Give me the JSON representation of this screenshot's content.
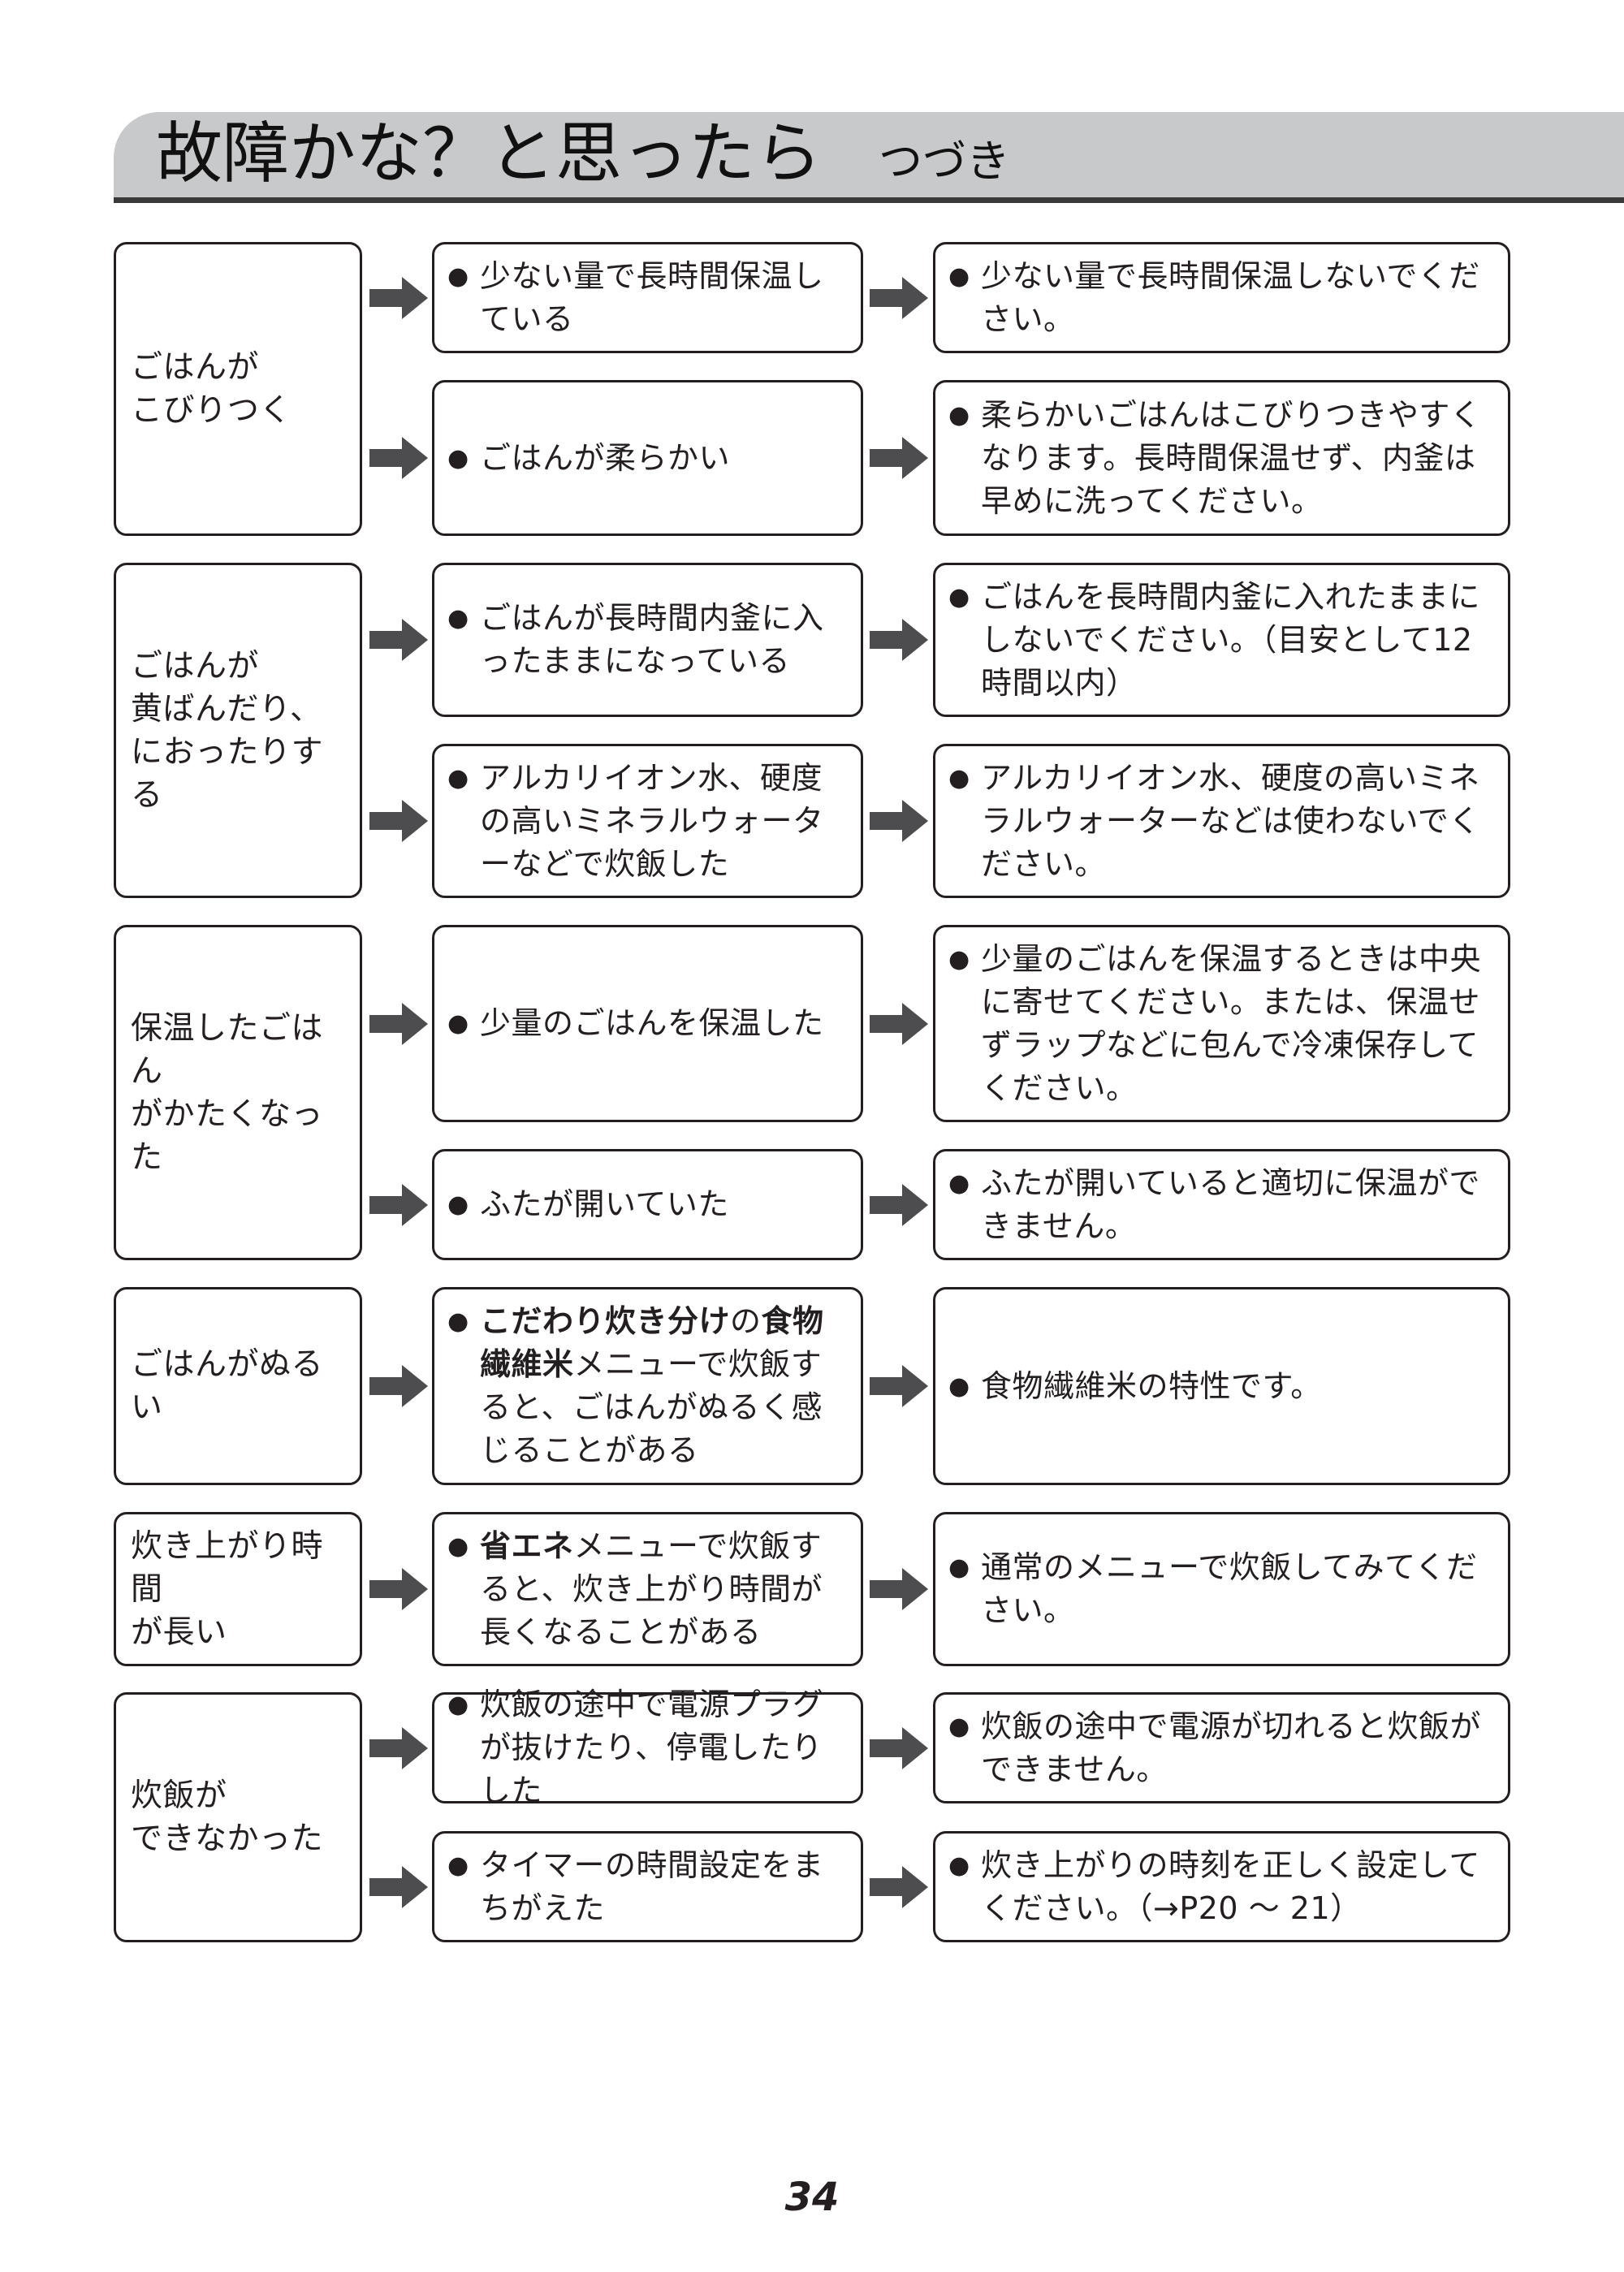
{
  "header": {
    "title": "故障かな？と思ったら",
    "subtitle": "つづき"
  },
  "bullet": "●",
  "groups": [
    {
      "symptom": "ごはんが\nこびりつく",
      "rows": [
        {
          "cause": "少ない量で長時間保温している",
          "remedy": "少ない量で長時間保温しないでください。"
        },
        {
          "cause": "ごはんが柔らかい",
          "remedy": "柔らかいごはんはこびりつきやすくなります。長時間保温せず、内釜は早めに洗ってください。"
        }
      ]
    },
    {
      "symptom": "ごはんが\n黄ばんだり、\nにおったりする",
      "rows": [
        {
          "cause": "ごはんが長時間内釜に入ったままになっている",
          "remedy": "ごはんを長時間内釜に入れたままにしないでください。（目安として12時間以内）"
        },
        {
          "cause": "アルカリイオン水、硬度の高いミネラルウォーターなどで炊飯した",
          "remedy": "アルカリイオン水、硬度の高いミネラルウォーターなどは使わないでください。"
        }
      ]
    },
    {
      "symptom": "保温したごはん\nがかたくなった",
      "rows": [
        {
          "cause": "少量のごはんを保温した",
          "remedy": "少量のごはんを保温するときは中央に寄せてください。または、保温せずラップなどに包んで冷凍保存してください。"
        },
        {
          "cause": "ふたが開いていた",
          "remedy": "ふたが開いていると適切に保温ができません。"
        }
      ]
    },
    {
      "symptom": "ごはんがぬるい",
      "rows": [
        {
          "cause_parts": [
            {
              "text": "こだわり炊き分け",
              "bold": true
            },
            {
              "text": "の",
              "bold": false
            },
            {
              "text": "食物繊維米",
              "bold": true
            },
            {
              "text": "メニューで炊飯すると、ごはんがぬるく感じることがある",
              "bold": false
            }
          ],
          "remedy": "食物繊維米の特性です。"
        }
      ]
    },
    {
      "symptom": "炊き上がり時間\nが長い",
      "rows": [
        {
          "cause_parts": [
            {
              "text": "省エネ",
              "bold": true
            },
            {
              "text": "メニューで炊飯すると、炊き上がり時間が長くなることがある",
              "bold": false
            }
          ],
          "remedy": "通常のメニューで炊飯してみてください。"
        }
      ]
    },
    {
      "symptom": "炊飯が\nできなかった",
      "rows": [
        {
          "cause": "炊飯の途中で電源プラグが抜けたり、停電したりした",
          "remedy": "炊飯の途中で電源が切れると炊飯ができません。"
        },
        {
          "cause": "タイマーの時間設定をまちがえた",
          "remedy": "炊き上がりの時刻を正しく設定してください。（→P20 ～ 21）"
        }
      ]
    }
  ],
  "page_number": "34"
}
